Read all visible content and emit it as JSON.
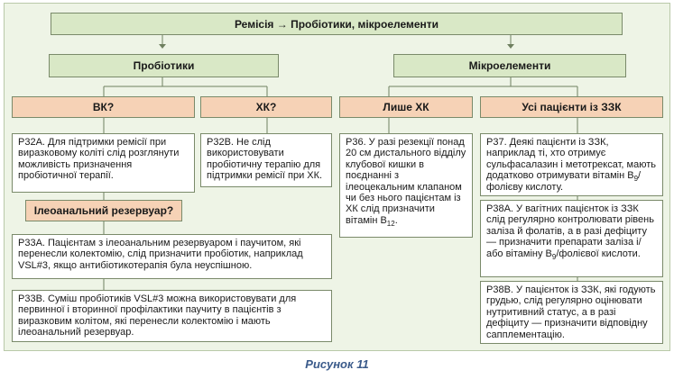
{
  "title": "Ремісія → Пробіотики, мікроелементи",
  "probiotics": {
    "header": "Пробіотики",
    "vk_header": "ВК?",
    "xk_header": "ХК?",
    "p32a": "Р32А. Для підтримки ремісії при виразковому коліті слід розглянути можливість призначення пробіотичної терапії.",
    "p32b": "Р32В. Не слід використовувати пробіотичну терапію для підтримки ремісії при ХК.",
    "pouch_header": "Ілеоанальний резервуар?",
    "p33a": "Р33А. Пацієнтам з ілеоанальним резервуаром і паучитом, які перенесли колектомію, слід призначити пробіотик, наприклад VSL#3, якщо антибіотикотерапія була неуспішною.",
    "p33b": "Р33В. Суміш пробіотиків VSL#3 можна використовувати для первинної і вторинної профілактики паучиту в пацієнтів з виразковим колітом, які перенесли колектомію і мають ілеоанальний резервуар."
  },
  "micro": {
    "header": "Мікроелементи",
    "xk_only_header": "Лише ХК",
    "all_header": "Усі пацієнти із ЗЗК",
    "p36_main": "Р36. У разі резекції понад 20 см дистального відділу клубової кишки в поєднанні з ілеоцекальним клапаном чи без нього пацієнтам із ХК слід призначити вітамін В",
    "p36_sub": "12",
    "p36_end": ".",
    "p37_main": "Р37. Деякі пацієнти із ЗЗК, наприклад ті, хто отримує сульфасалазин і метотрексат, мають додатково отримувати вітамін В",
    "p37_sub": "9",
    "p37_end": "/фолієву кислоту.",
    "p38a_main": "Р38А. У вагітних пацієнток із ЗЗК слід регулярно контролювати рівень заліза й фолатів, а в разі дефіциту — призначити препарати заліза і/або вітаміну В",
    "p38a_sub": "9",
    "p38a_end": "/фолієвої кислоти.",
    "p38b": "Р38В. У пацієнток із ЗЗК, які годують грудью, слід регулярно оцінювати нутритивний статус, а в разі дефіциту — призначити відповідну сапплементацію."
  },
  "caption": "Рисунок 11"
}
